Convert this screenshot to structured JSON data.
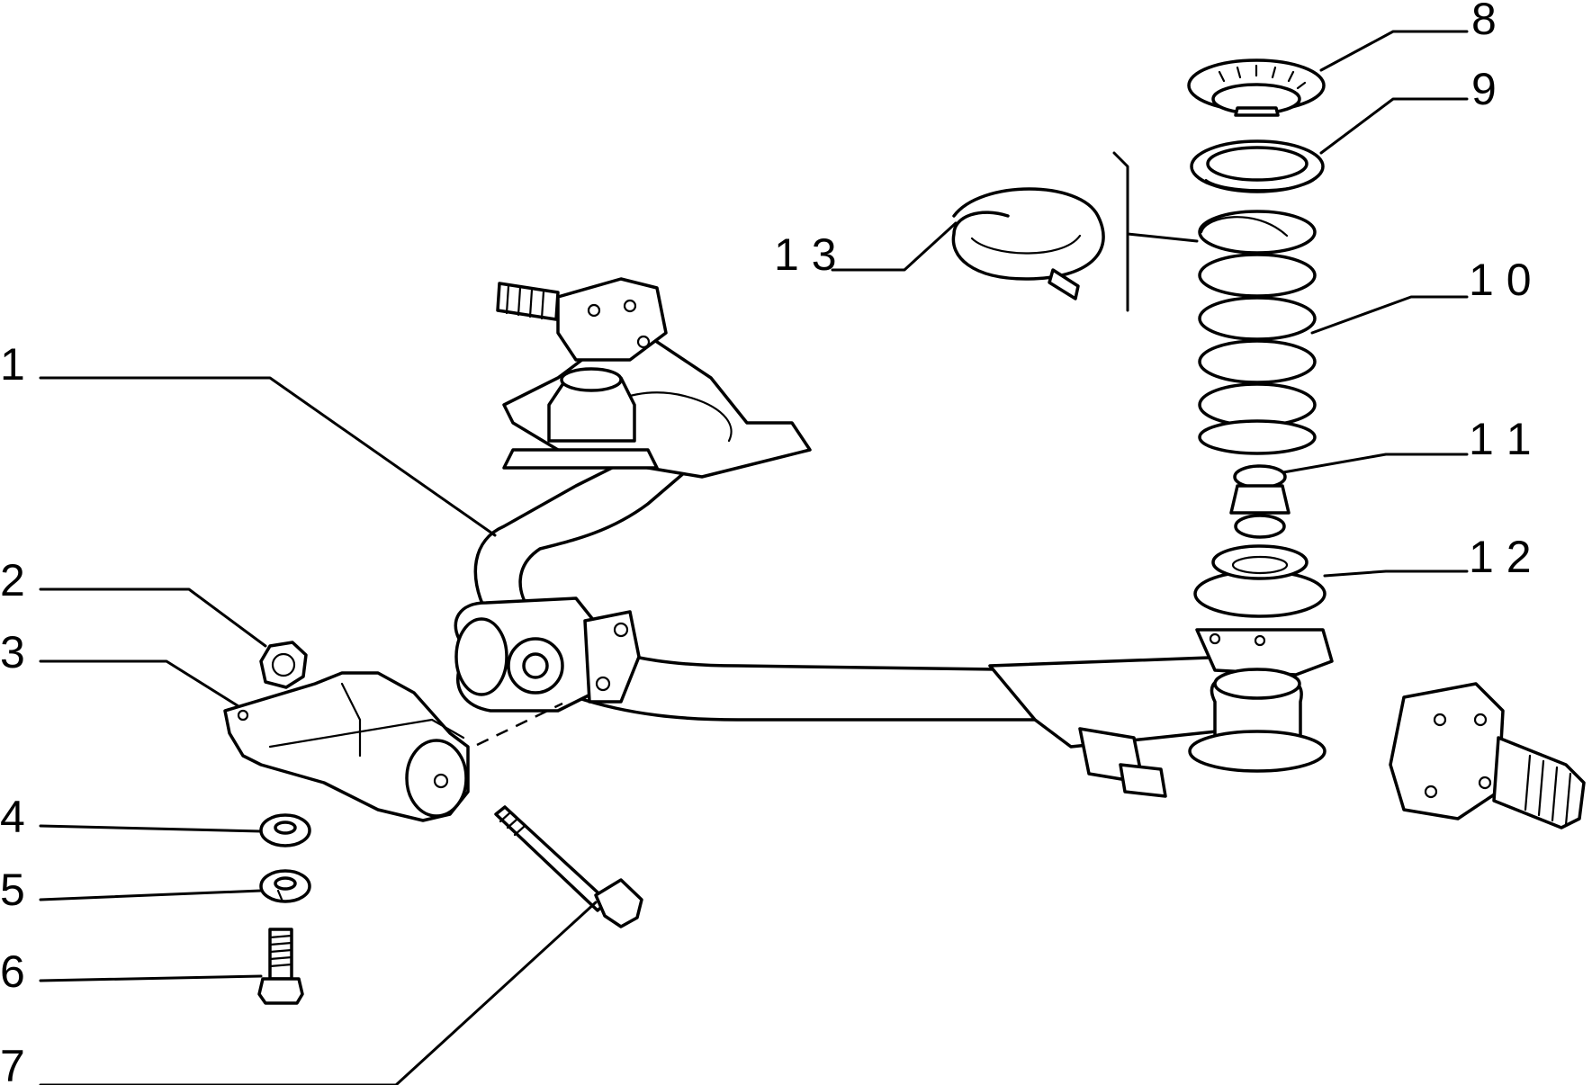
{
  "callouts": [
    {
      "id": "1",
      "text": "1"
    },
    {
      "id": "2",
      "text": "2"
    },
    {
      "id": "3",
      "text": "3"
    },
    {
      "id": "4",
      "text": "4"
    },
    {
      "id": "5",
      "text": "5"
    },
    {
      "id": "6",
      "text": "6"
    },
    {
      "id": "7",
      "text": "7"
    },
    {
      "id": "8",
      "text": "8"
    },
    {
      "id": "9",
      "text": "9"
    },
    {
      "id": "10",
      "text": "1 0"
    },
    {
      "id": "11",
      "text": "1 1"
    },
    {
      "id": "12",
      "text": "1 2"
    },
    {
      "id": "13",
      "text": "1 3"
    }
  ]
}
